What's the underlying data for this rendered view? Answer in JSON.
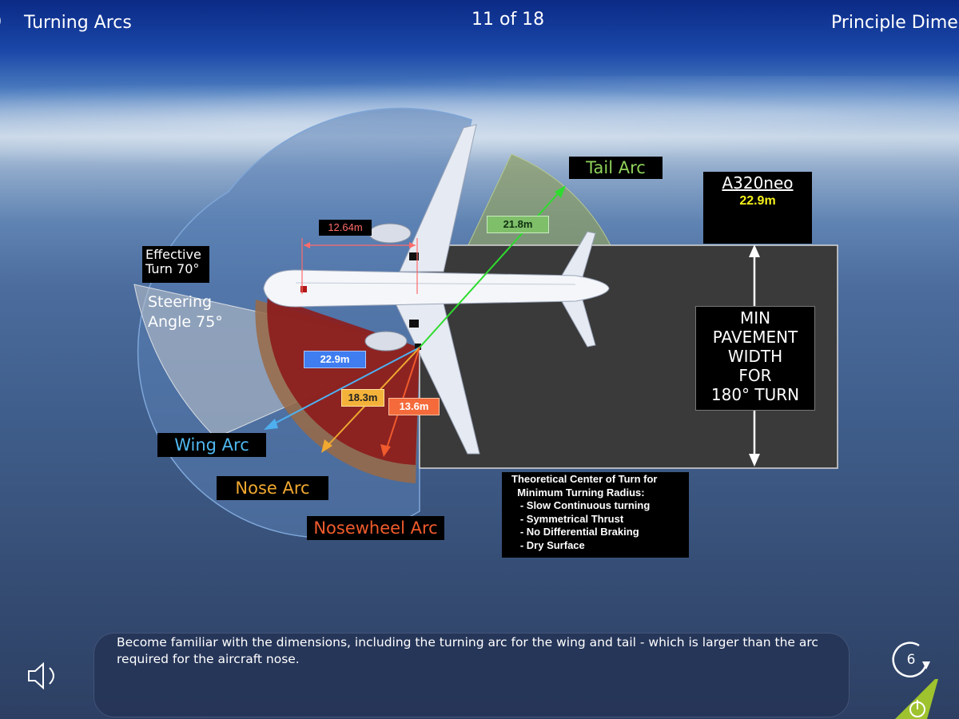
{
  "header": {
    "back_glyph": ")",
    "title": "Turning Arcs",
    "counter": "11 of 18",
    "section": "Principle Dime"
  },
  "labels": {
    "tail_arc": "Tail Arc",
    "wing_arc": "Wing Arc",
    "nose_arc": "Nose Arc",
    "nosewheel_arc": "Nosewheel Arc",
    "effective_turn_line1": "Effective",
    "effective_turn_line2": "Turn 70°",
    "steering_line1": "Steering",
    "steering_line2": "Angle 75°"
  },
  "aircraft_box": {
    "title": "A320neo",
    "value": "22.9m"
  },
  "pavement_box": {
    "line1": "MIN",
    "line2": "PAVEMENT",
    "line3": "WIDTH",
    "line4": "FOR",
    "line5": "180° TURN"
  },
  "dimensions": {
    "wheel_offset": "12.64m",
    "tail": "21.8m",
    "wing": "22.9m",
    "nose": "18.3m",
    "nosewheel": "13.6m"
  },
  "theoretical_center": {
    "text": "Theoretical Center of Turn for\n  Minimum Turning Radius:\n   - Slow Continuous turning\n   - Symmetrical Thrust\n   - No Differential Braking\n   - Dry Surface"
  },
  "narration": {
    "text": "Become familiar with the dimensions, including the turning arc for the wing and tail - which is larger than the arc required for the aircraft nose."
  },
  "controls": {
    "replay_count": "6"
  },
  "colors": {
    "tail_arc": "#8fd15a",
    "wing_arc": "#4fb8f0",
    "nose_arc": "#f0a830",
    "nosewheel_arc": "#f05a2c",
    "highlight_value": "#f4f01a"
  }
}
